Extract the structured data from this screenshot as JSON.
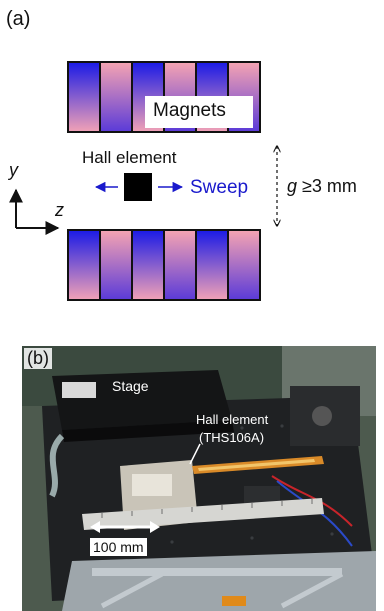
{
  "panel_a": {
    "label": "(a)",
    "magnets_label": "Magnets",
    "hall_label": "Hall element",
    "sweep_label": "Sweep",
    "gap_symbol": "g",
    "gap_text": " ≥3 mm",
    "axis_y": "y",
    "axis_z": "z",
    "colors": {
      "blue": "#1c1ee0",
      "pink": "#f4a0ae",
      "sweep": "#1a1acc"
    }
  },
  "panel_b": {
    "label": "(b)",
    "stage_label": "Stage",
    "hall_label": "Hall element",
    "model_label": "(THS106A)",
    "scale_label": "100 mm"
  }
}
